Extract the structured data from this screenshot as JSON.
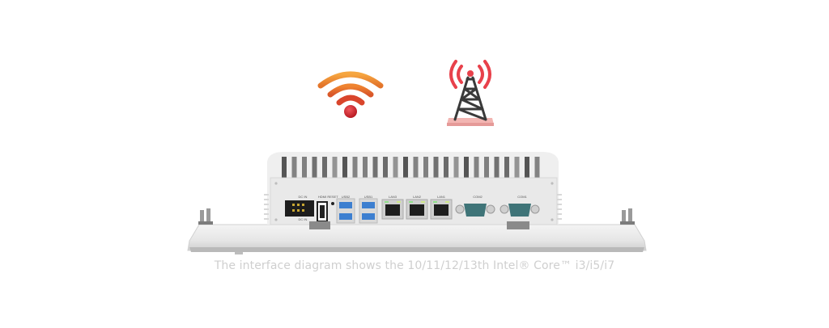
{
  "caption": "The interface diagram shows the 10/11/12/13th Intel® Core™ i3/i5/i7",
  "icons": {
    "wifi": "wifi-icon",
    "cellular": "cell-tower-icon"
  },
  "device": {
    "ports": [
      {
        "id": "dc-in",
        "label": "DC IN",
        "sub_label": "DC IN"
      },
      {
        "id": "hdmi",
        "label": "HDMI"
      },
      {
        "id": "reset",
        "label": "RESET"
      },
      {
        "id": "usb2",
        "label": "USB2"
      },
      {
        "id": "usb1",
        "label": "USB1"
      },
      {
        "id": "lan3",
        "label": "LAN3"
      },
      {
        "id": "lan2",
        "label": "LAN2"
      },
      {
        "id": "lan1",
        "label": "LAN1"
      },
      {
        "id": "com2",
        "label": "COM2"
      },
      {
        "id": "com1",
        "label": "COM1"
      }
    ]
  },
  "colors": {
    "wifi_orange": "#f0902a",
    "wifi_red": "#d8282e",
    "tower_red": "#e8414b",
    "tower_dark": "#3a3a3a",
    "chassis": "#eeeeee",
    "usb_blue": "#3d7fd0",
    "serial_teal": "#3f7478",
    "caption": "#cfcfcf"
  }
}
